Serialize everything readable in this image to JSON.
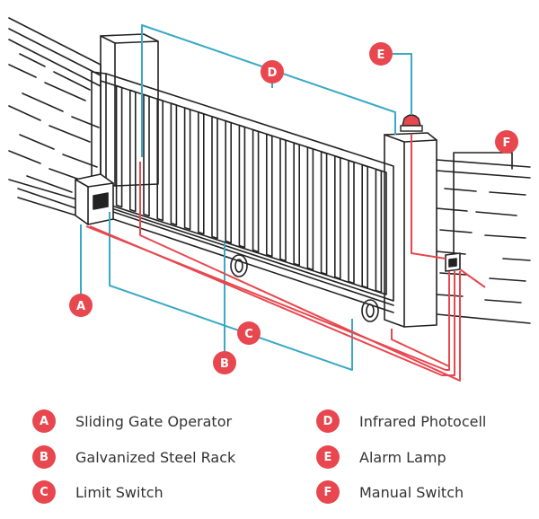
{
  "colors": {
    "cable_red": "#e8474f",
    "cable_blue": "#3aa9c6",
    "outline": "#222222",
    "badge": "#e8474f"
  },
  "callouts": [
    {
      "letter": "A",
      "name": "Sliding Gate Operator"
    },
    {
      "letter": "B",
      "name": "Galvanized Steel Rack"
    },
    {
      "letter": "C",
      "name": "Limit Switch"
    },
    {
      "letter": "D",
      "name": "Infrared Photocell"
    },
    {
      "letter": "E",
      "name": "Alarm Lamp"
    },
    {
      "letter": "F",
      "name": "Manual Switch"
    }
  ]
}
